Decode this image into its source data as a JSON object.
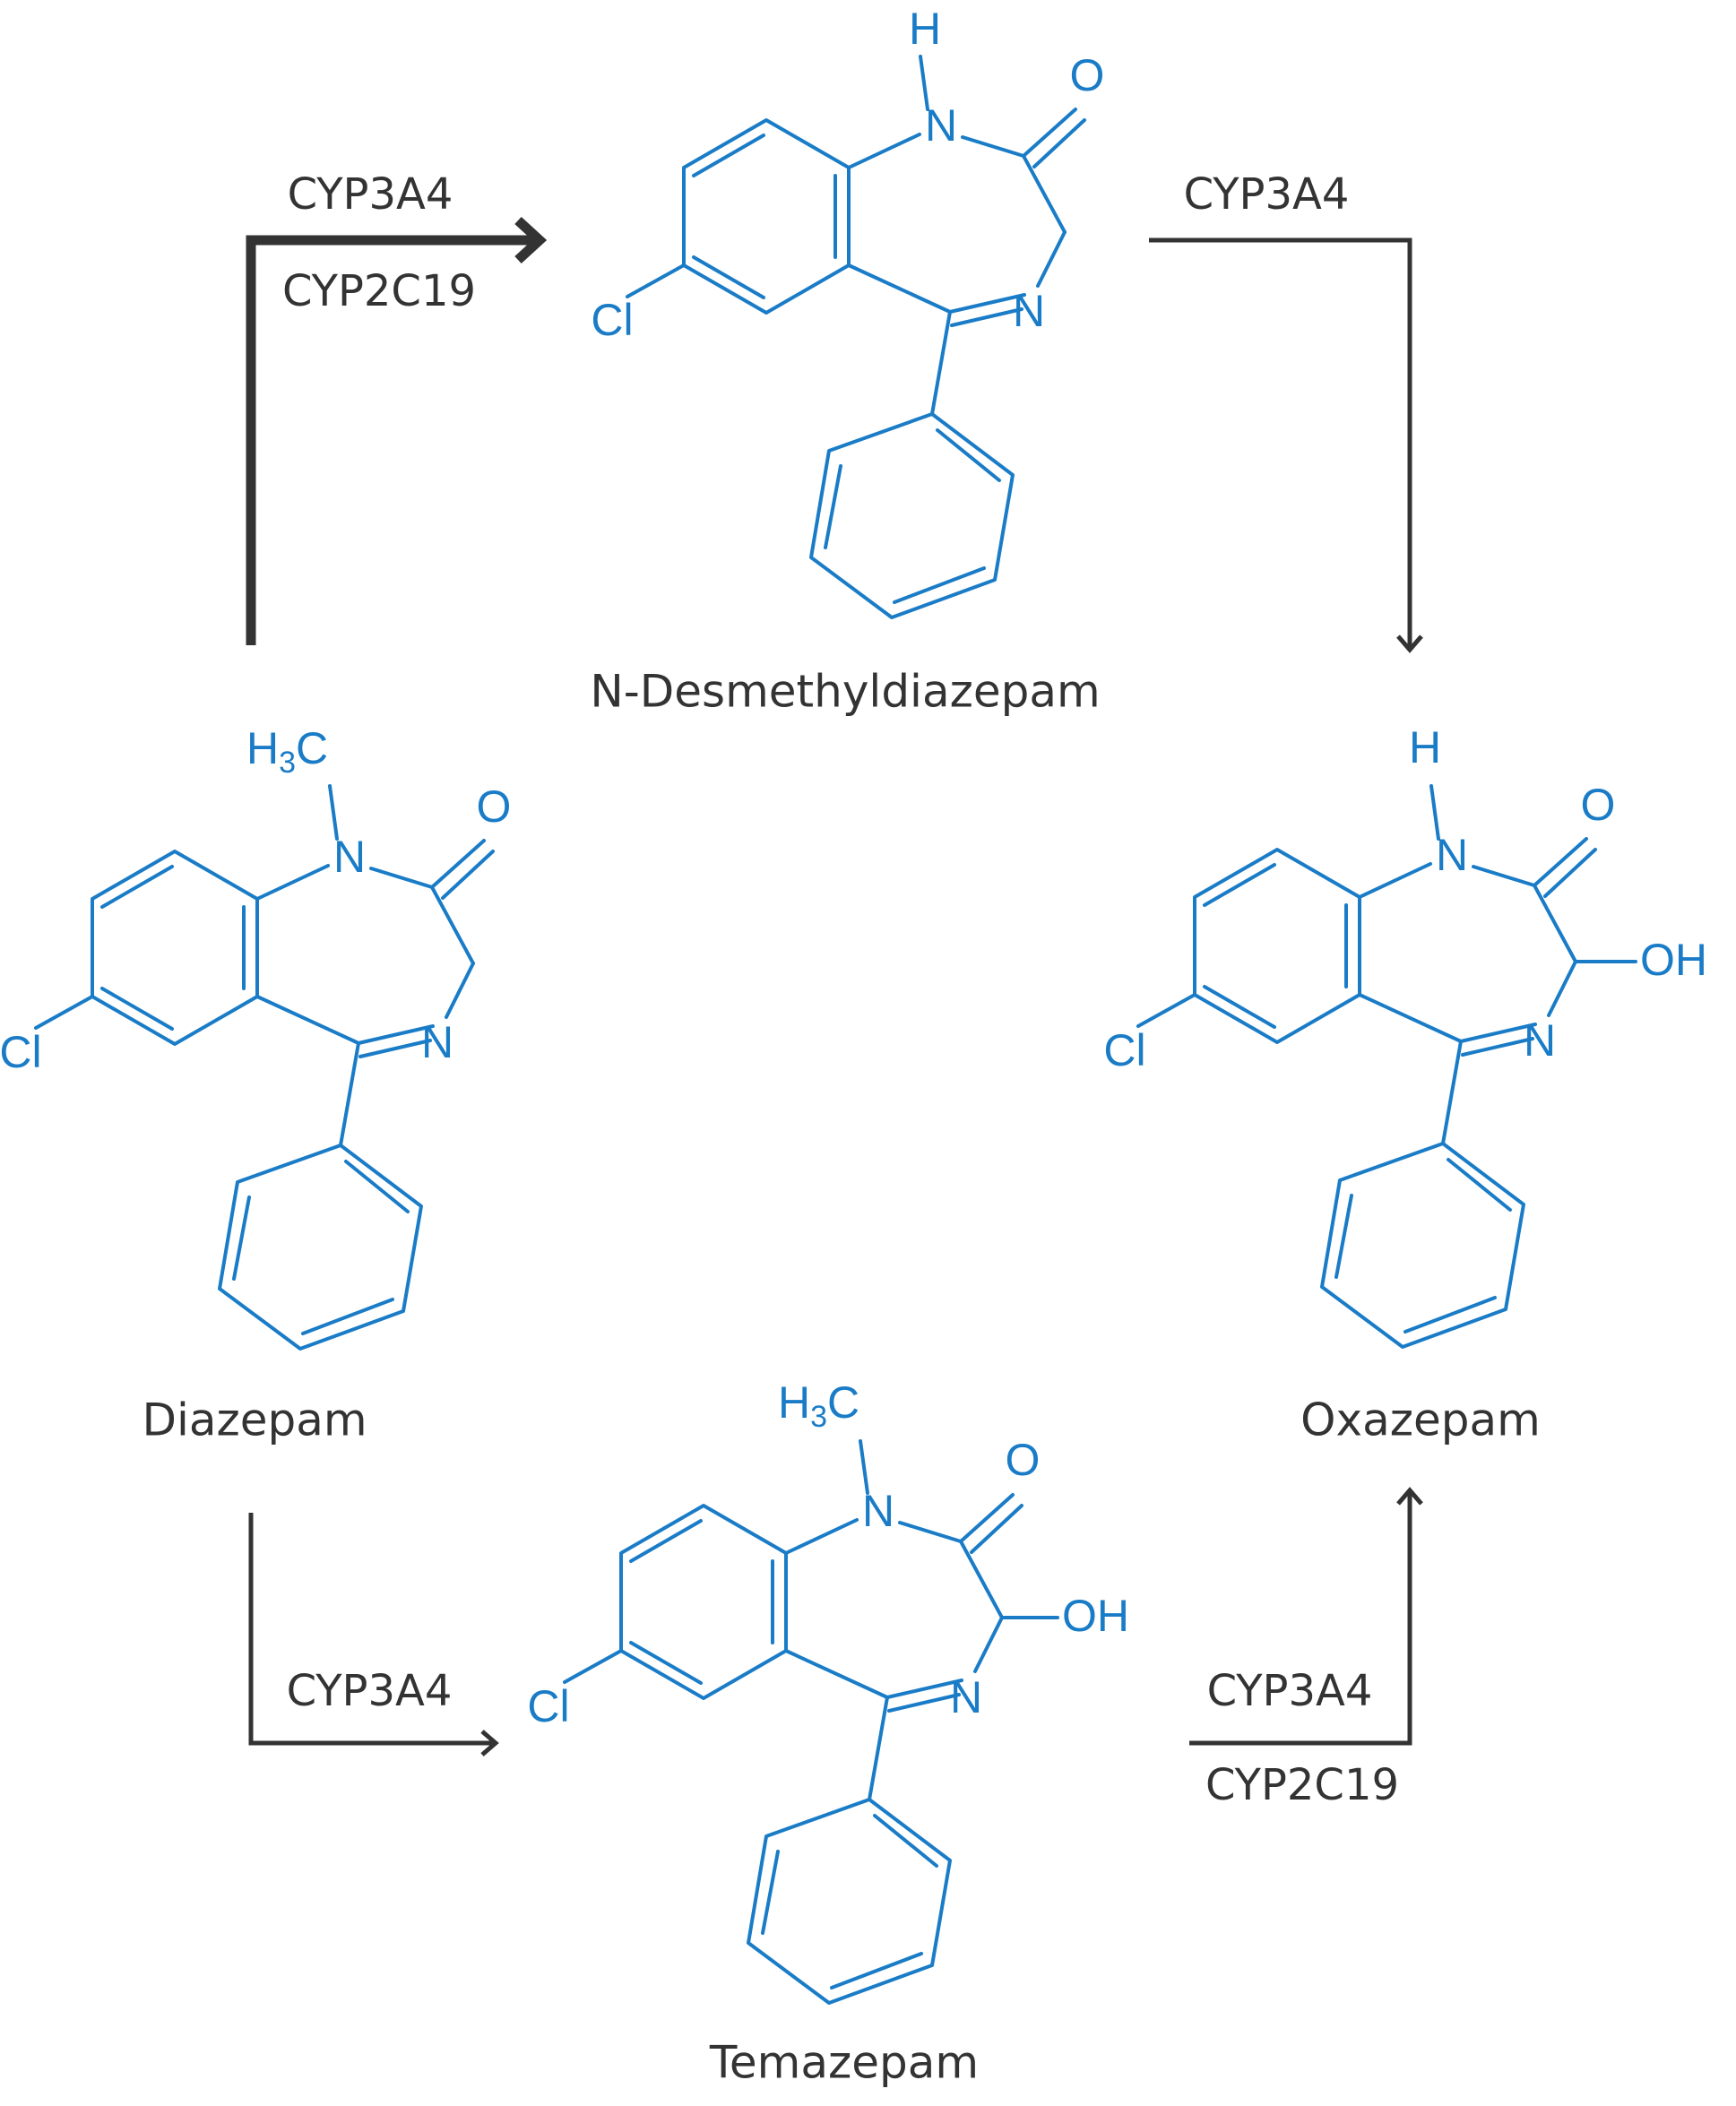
{
  "colors": {
    "structure": "#1a7cc7",
    "text": "#333333",
    "background": "#ffffff"
  },
  "atoms": {
    "N": "N",
    "O": "O",
    "Cl": "Cl",
    "H": "H",
    "OH": "OH",
    "H3C_main": "H",
    "H3C_sub": "3",
    "H3C_tail": "C"
  },
  "compounds": {
    "diazepam": "Diazepam",
    "nordiazepam": "N-Desmethyldiazepam",
    "oxazepam": "Oxazepam",
    "temazepam": "Temazepam"
  },
  "enzymes": {
    "cyp3a4": "CYP3A4",
    "cyp2c19": "CYP2C19"
  }
}
